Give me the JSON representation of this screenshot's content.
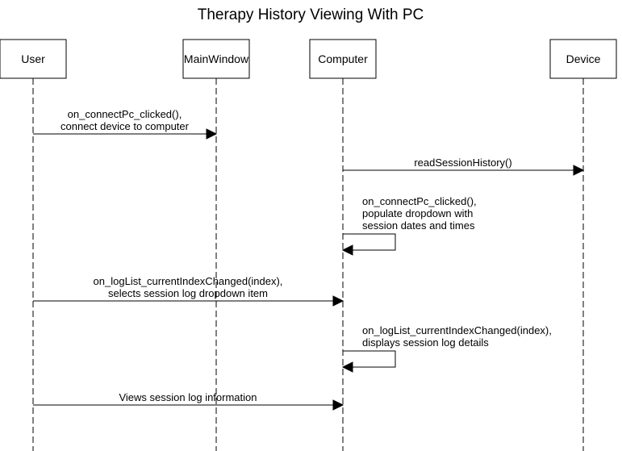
{
  "title": "Therapy History Viewing With PC",
  "participants": [
    {
      "id": "user",
      "label": "User"
    },
    {
      "id": "mainwindow",
      "label": "MainWindow"
    },
    {
      "id": "computer",
      "label": "Computer"
    },
    {
      "id": "device",
      "label": "Device"
    }
  ],
  "messages": [
    {
      "from": "user",
      "to": "mainwindow",
      "lines": [
        "on_connectPc_clicked(),",
        " connect device to computer"
      ]
    },
    {
      "from": "computer",
      "to": "device",
      "lines": [
        "readSessionHistory()"
      ]
    },
    {
      "from": "computer",
      "to": "computer",
      "lines": [
        "on_connectPc_clicked(),",
        "populate dropdown with",
        "session dates and times"
      ]
    },
    {
      "from": "user",
      "to": "computer",
      "lines": [
        "on_logList_currentIndexChanged(index),",
        " selects session log dropdown item"
      ]
    },
    {
      "from": "computer",
      "to": "computer",
      "lines": [
        "on_logList_currentIndexChanged(index),",
        " displays session log details"
      ]
    },
    {
      "from": "user",
      "to": "computer",
      "lines": [
        "Views session log information"
      ]
    }
  ],
  "colors": {
    "line": "#000000",
    "background": "#ffffff",
    "box_fill": "#ffffff"
  }
}
